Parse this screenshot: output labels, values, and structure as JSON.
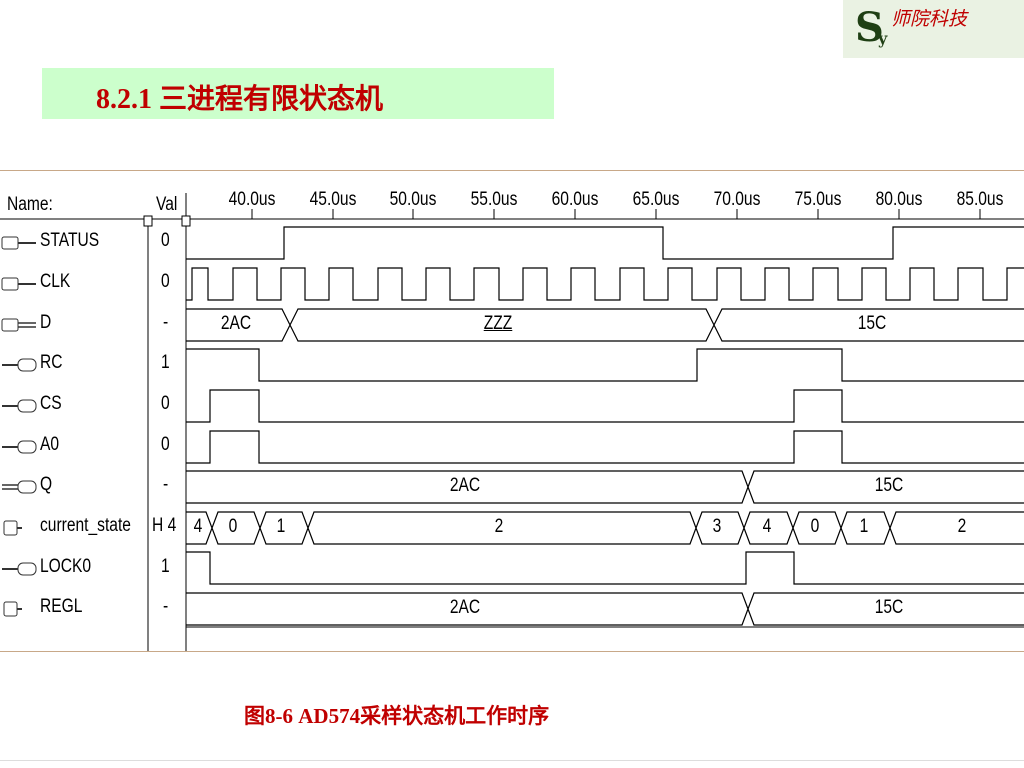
{
  "logo": {
    "mark": "S",
    "mark_sub": "y",
    "text": "师院科技"
  },
  "section": {
    "title": "8.2.1  三进程有限状态机"
  },
  "waveform": {
    "header": {
      "name_col": "Name:",
      "value_col": "Val"
    },
    "time_ticks": [
      "40.0us",
      "45.0us",
      "50.0us",
      "55.0us",
      "60.0us",
      "65.0us",
      "70.0us",
      "75.0us",
      "80.0us",
      "85.0us"
    ],
    "signals": [
      {
        "name": "STATUS",
        "value": "0",
        "kind": "input"
      },
      {
        "name": "CLK",
        "value": "0",
        "kind": "input"
      },
      {
        "name": "D",
        "value": "-",
        "kind": "input-bus"
      },
      {
        "name": "RC",
        "value": "1",
        "kind": "output"
      },
      {
        "name": "CS",
        "value": "0",
        "kind": "output"
      },
      {
        "name": "A0",
        "value": "0",
        "kind": "output"
      },
      {
        "name": "Q",
        "value": "-",
        "kind": "output-bus"
      },
      {
        "name": "current_state",
        "value": "H 4",
        "kind": "buried"
      },
      {
        "name": "LOCK0",
        "value": "1",
        "kind": "output"
      },
      {
        "name": "REGL",
        "value": "-",
        "kind": "buried"
      }
    ],
    "bus_labels": {
      "D": [
        "2AC",
        "ZZZ",
        "15C"
      ],
      "Q": [
        "2AC",
        "15C"
      ],
      "current_state": [
        "4",
        "0",
        "1",
        "2",
        "3",
        "4",
        "0",
        "1",
        "2"
      ],
      "REGL": [
        "2AC",
        "15C"
      ]
    }
  },
  "caption": {
    "text": "图8-6  AD574采样状态机工作时序"
  }
}
